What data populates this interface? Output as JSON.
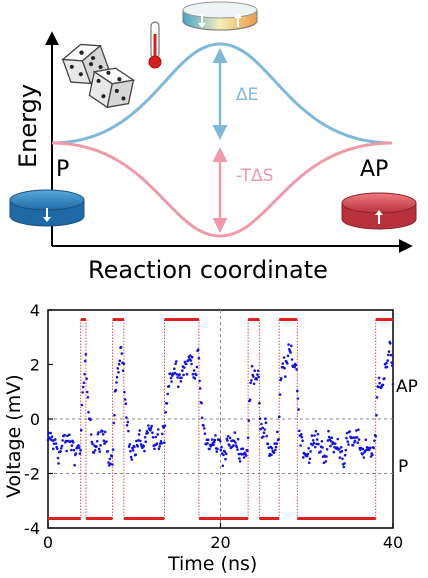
{
  "top_panel": {
    "y_axis_label": "Energy",
    "x_axis_label": "Reaction coordinate",
    "state_left": "P",
    "state_right": "AP",
    "energy_barrier_label": "ΔE",
    "entropy_label": "-TΔS",
    "icons": [
      "dice-icon",
      "thermometer-icon",
      "magnet-disk-transition-icon",
      "magnet-disk-parallel-icon",
      "magnet-disk-antiparallel-icon"
    ],
    "colors": {
      "energy_curve": "#7fb8d8",
      "entropy_curve": "#ef9aa6",
      "disk_blue": "#2f86c0",
      "disk_red": "#d94a55"
    }
  },
  "chart_data": {
    "type": "scatter",
    "xlabel": "Time (ns)",
    "ylabel": "Voltage (mV)",
    "xlim": [
      0,
      40
    ],
    "ylim": [
      -4,
      4
    ],
    "x_ticks": [
      "0",
      "20",
      "40"
    ],
    "y_ticks": [
      "4",
      "2",
      "0",
      "-2",
      "-4"
    ],
    "level_labels": {
      "AP": 2,
      "P": -2
    },
    "dashed_reference_lines": [
      0,
      -2,
      20
    ],
    "telegraph_levels": {
      "high": 3.65,
      "low": -3.65
    },
    "telegraph_segments": [
      {
        "start": 0.0,
        "end": 3.8,
        "state": "low"
      },
      {
        "start": 3.8,
        "end": 4.4,
        "state": "high"
      },
      {
        "start": 4.4,
        "end": 7.5,
        "state": "low"
      },
      {
        "start": 7.5,
        "end": 8.8,
        "state": "high"
      },
      {
        "start": 8.8,
        "end": 13.5,
        "state": "low"
      },
      {
        "start": 13.5,
        "end": 17.5,
        "state": "high"
      },
      {
        "start": 17.5,
        "end": 23.2,
        "state": "low"
      },
      {
        "start": 23.2,
        "end": 24.5,
        "state": "high"
      },
      {
        "start": 24.5,
        "end": 26.8,
        "state": "low"
      },
      {
        "start": 26.8,
        "end": 28.9,
        "state": "high"
      },
      {
        "start": 28.9,
        "end": 38.0,
        "state": "low"
      },
      {
        "start": 38.0,
        "end": 40.0,
        "state": "high"
      }
    ],
    "series": [
      {
        "values": "noisy random-telegraph voltage trace switching between ≈ -1 mV (P) and ≈ +2 mV (AP), ~500 samples (generated in script)"
      }
    ],
    "colors": {
      "points": "#1414d8",
      "telegraph": "#e02020"
    }
  }
}
